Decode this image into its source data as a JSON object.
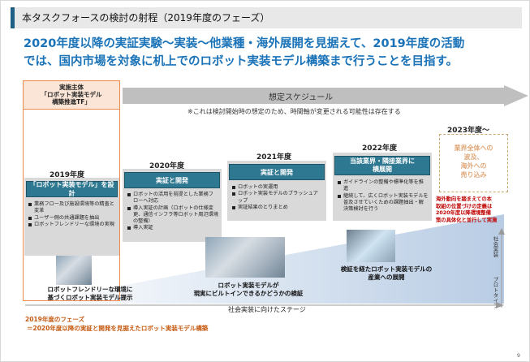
{
  "header": {
    "title": "本タスクフォースの検討の射程（2019年度のフェーズ）"
  },
  "headline": {
    "line1": "2020年度以降の実証実験～実装～他業種・海外展開を見据えて、2019年度の活動",
    "line2": "では、国内市場を対象に机上でのロボット実装モデル構築まで行うことを目指す。"
  },
  "schedule": {
    "label": "想定スケジュール",
    "note": "※これは検討開始時の想定のため、時間軸が変更される可能性は存在する"
  },
  "task_force": {
    "line1": "実施主体",
    "line2": "「ロボット実装モデル",
    "line3": "構築推進TF」"
  },
  "phases": [
    {
      "year": "2019年度",
      "title": "「ロボット実装モデル」を設計",
      "bullets": [
        "業務フロー及び施設環境等の精査と変革",
        "ユーザー側の共通課題を抽出",
        "ロボットフレンドリーな環境の実現"
      ],
      "caption1": "ロボットフレンドリーな環境に",
      "caption2": "基づくロボット実装モデル提示"
    },
    {
      "year": "2020年度",
      "title": "実証と開発",
      "bullets": [
        "ロボットの活用を前提とした業務フローへ対応",
        "導入実証の計画（ロボットの仕様変更、通信インフラ等ロボット周辺環境の整備）",
        "導入実証"
      ],
      "caption1": "ロボット実装モデルが",
      "caption2": "現実にビルトインできるかどうかの検証"
    },
    {
      "year": "2021年度",
      "title": "実証と開発",
      "bullets": [
        "ロボットの実運用",
        "ロボット実装モデルのブラッシュアップ",
        "実証結果のとりまとめ"
      ]
    },
    {
      "year": "2022年度",
      "title_line1": "当該業界・隣接業界に",
      "title_line2": "横展開",
      "bullets": [
        "ガイドラインの整備や標準化等を推進",
        "継続して、広くロボット実装モデルを普及させていくための課題抽出・解決策検討を行う"
      ],
      "caption1": "検証を経たロボット実装モデルの",
      "caption2": "産業への展開"
    },
    {
      "year": "2023年度～",
      "lines": [
        "業界全体への",
        "波及、",
        "海外への",
        "売り込み"
      ],
      "note_lines": [
        "海外動向を踏まえての本",
        "取組の位置づけの定義は",
        "2020年度以降環境整備",
        "策の具体化と並行して実施"
      ]
    }
  ],
  "axis": {
    "x_label": "社会実装に向けたステージ",
    "y_top": "社会実装",
    "y_bottom": "プロトタイプ"
  },
  "footnote": {
    "line1": "2019年度のフェーズ",
    "line2": "＝2020年度以降の実証と開発を見据えたロボット実装モデル構築"
  },
  "page_number": "9"
}
